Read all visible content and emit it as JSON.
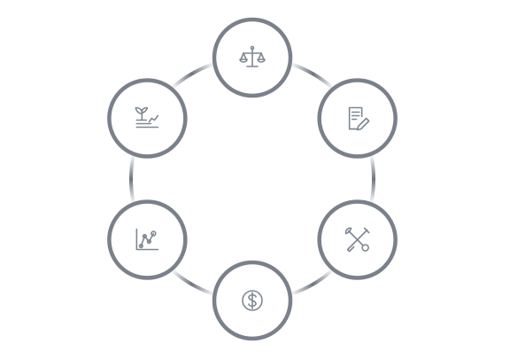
{
  "colors": {
    "ring": "#7b818a",
    "icon": "#7f8892",
    "connector_mid": "#6f757e",
    "connector_end": "#f2f3f5",
    "background": "#ffffff"
  },
  "cycle": {
    "nodes": [
      {
        "id": "top",
        "icon": "balance-scale-icon"
      },
      {
        "id": "upper-right",
        "icon": "document-edit-icon"
      },
      {
        "id": "lower-right",
        "icon": "tools-icon"
      },
      {
        "id": "bottom",
        "icon": "dollar-coin-icon"
      },
      {
        "id": "lower-left",
        "icon": "line-chart-icon"
      },
      {
        "id": "upper-left",
        "icon": "plant-growth-icon"
      }
    ]
  }
}
